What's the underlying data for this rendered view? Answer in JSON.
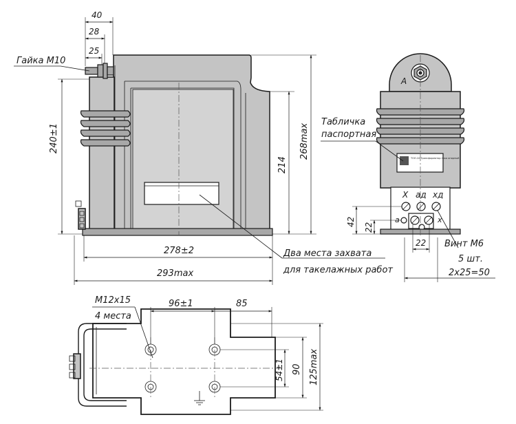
{
  "dimensions": {
    "d40": "40",
    "d28": "28",
    "d25": "25",
    "d240": "240±1",
    "d214": "214",
    "d268": "268max",
    "d278": "278±2",
    "d293": "293max",
    "d42": "42",
    "d22a": "22",
    "d22b": "22",
    "d96": "96±1",
    "d85": "85",
    "d54": "54±1",
    "d90": "90",
    "d125": "125max"
  },
  "labels": {
    "nut": "Гайка М10",
    "nameplate_1": "Табличка",
    "nameplate_2": "паспортная",
    "grips_1": "Два места захвата",
    "grips_2": "для такелажных работ",
    "terminal_a": "A",
    "terminal_X": "X",
    "terminal_ad": "aд",
    "terminal_xd": "xд",
    "terminal_a_small": "a",
    "terminal_x_small": "x",
    "screw_1": "Винт М6",
    "screw_2": "5 шт.",
    "screw_3": "2x25=50",
    "holes_1": "М12x15",
    "holes_2": "4 места"
  },
  "nameplate_text": "ТОЛ-10 Трансформатор тока опорный"
}
